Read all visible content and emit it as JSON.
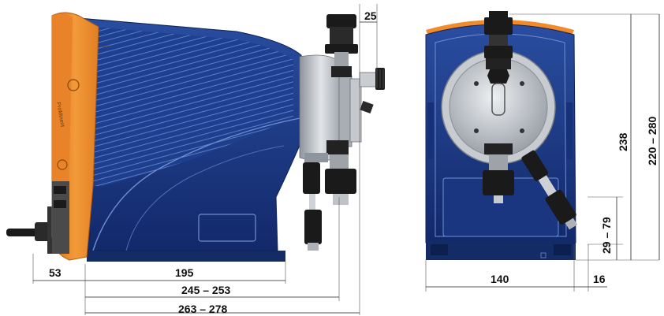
{
  "side_view": {
    "dimensions": {
      "left_offset": "53",
      "body_length": "195",
      "length_range_a": "245 – 253",
      "length_range_b": "263 – 278",
      "head_offset": "25"
    },
    "logo_text": "ProMinent"
  },
  "front_view": {
    "dimensions": {
      "width": "140",
      "outlet_offset": "16",
      "connector_height": "29 – 79",
      "height": "238",
      "height_range": "220 – 280"
    }
  },
  "colors": {
    "housing_blue": "#1f3f8c",
    "housing_dark": "#142c66",
    "cover_orange": "#f08a2a",
    "cover_shadow": "#c96a12",
    "metal": "#b8bcc2",
    "fitting_black": "#1a1a1a"
  }
}
